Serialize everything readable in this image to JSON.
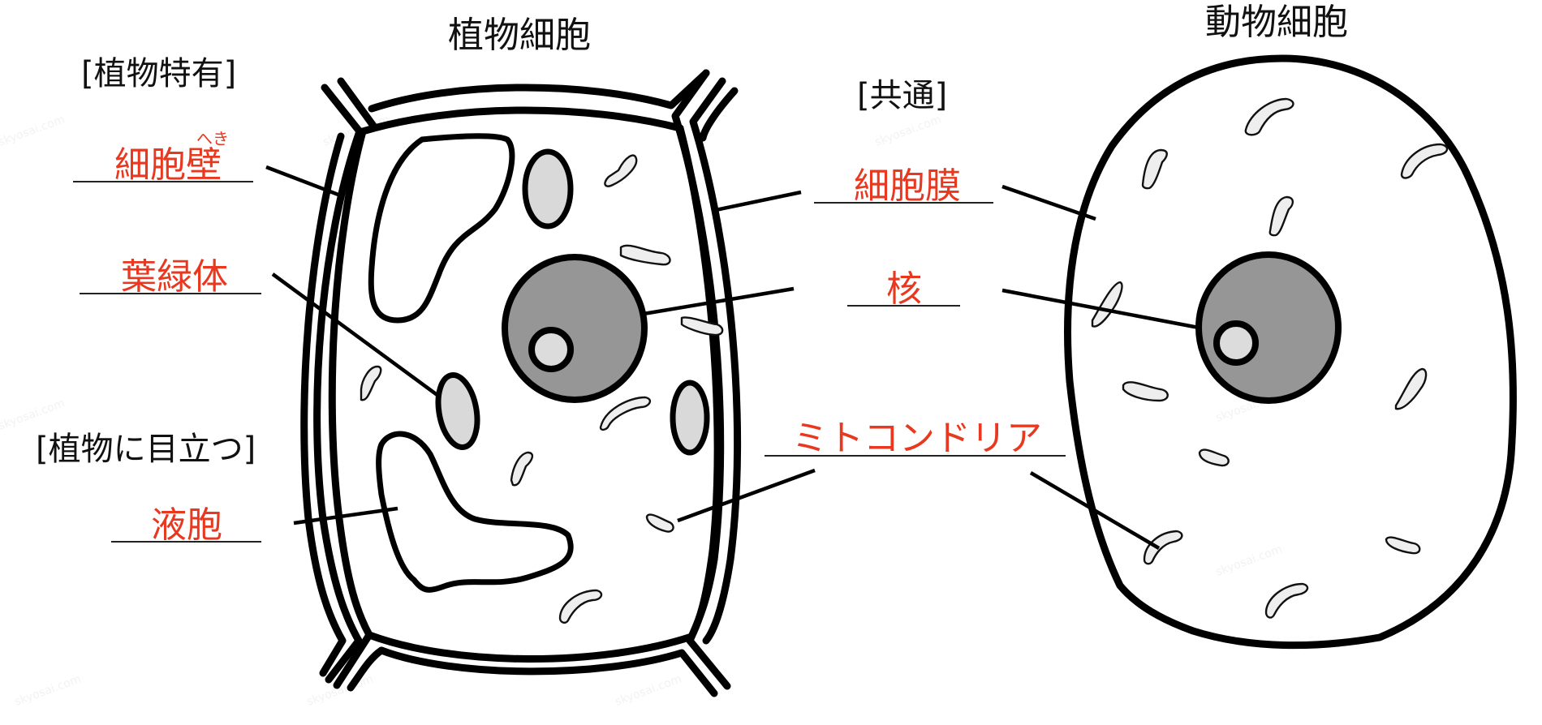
{
  "titles": {
    "plant_cell": "植物細胞",
    "animal_cell": "動物細胞"
  },
  "sections": {
    "plant_specific": "[植物特有]",
    "plant_prominent": "[植物に目立つ]",
    "common": "[共通]"
  },
  "labels": {
    "cell_wall": {
      "text": "細胞壁",
      "ruby": "へき"
    },
    "chloroplast": {
      "text": "葉緑体"
    },
    "vacuole": {
      "text": "液胞"
    },
    "cell_membrane": {
      "text": "細胞膜"
    },
    "nucleus": {
      "text": "核"
    },
    "mitochondria": {
      "text": "ミトコンドリア"
    }
  },
  "watermark": "skyosai.com",
  "colors": {
    "answer_text": "#e8381f",
    "outline": "#000000",
    "nucleus": "#969696",
    "nucleolus": "#dcdcdc",
    "chloroplast": "#d9d9d9",
    "mitochondria": "#eeeeee",
    "background": "#ffffff"
  }
}
